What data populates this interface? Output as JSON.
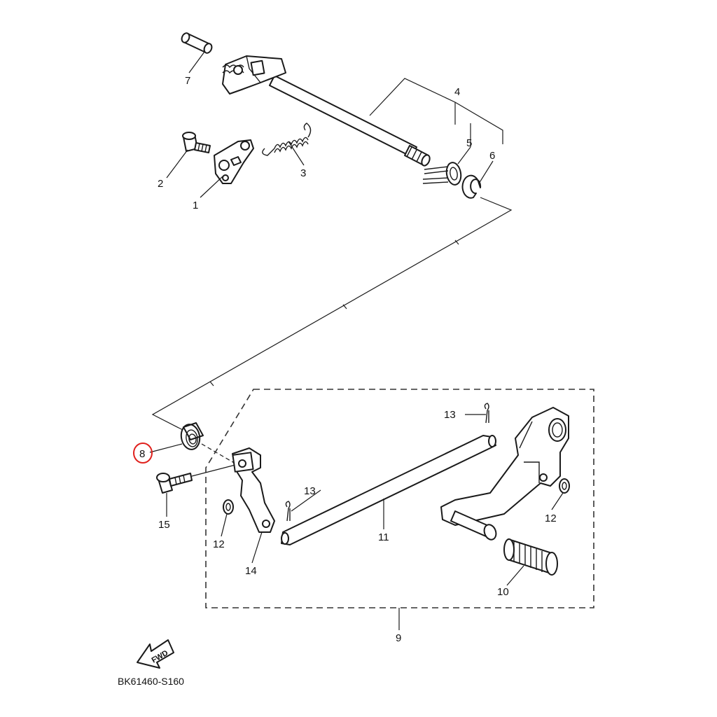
{
  "diagram_code": "BK61460-S160",
  "fwd_arrow": {
    "label": "FWD",
    "icon": "fwd-arrow-icon"
  },
  "highlight_color": "#e0201c",
  "parts": [
    {
      "id": "1",
      "label": "1"
    },
    {
      "id": "2",
      "label": "2"
    },
    {
      "id": "3",
      "label": "3"
    },
    {
      "id": "4",
      "label": "4"
    },
    {
      "id": "5",
      "label": "5"
    },
    {
      "id": "6",
      "label": "6"
    },
    {
      "id": "7",
      "label": "7"
    },
    {
      "id": "8",
      "label": "8",
      "highlighted": true
    },
    {
      "id": "9",
      "label": "9"
    },
    {
      "id": "10",
      "label": "10"
    },
    {
      "id": "11",
      "label": "11"
    },
    {
      "id": "12a",
      "label": "12"
    },
    {
      "id": "12b",
      "label": "12"
    },
    {
      "id": "13a",
      "label": "13"
    },
    {
      "id": "13b",
      "label": "13"
    },
    {
      "id": "14",
      "label": "14"
    },
    {
      "id": "15",
      "label": "15"
    }
  ]
}
